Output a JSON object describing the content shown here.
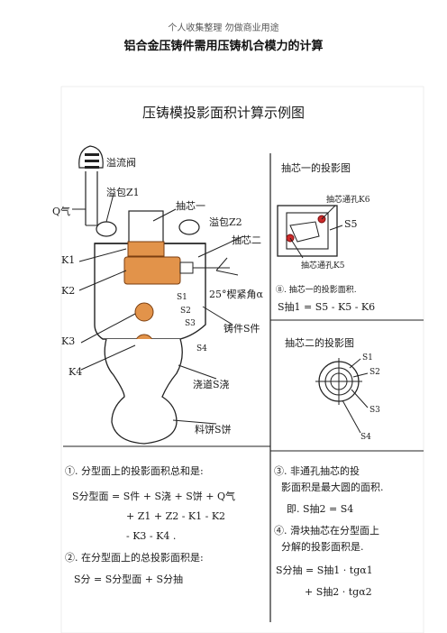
{
  "header_note": "个人收集整理 勿做商业用途",
  "doc_title": "铝合金压铸件需用压铸机合模力的计算",
  "sheet_title": "压铸模投影面积计算示例图",
  "diagram_labels": {
    "overflow_valve": "溢流阀",
    "q_gas": "Q气",
    "overflow_z1": "溢包Z1",
    "core_pull_1": "抽芯一",
    "overflow_z2": "溢包Z2",
    "core_pull_2": "抽芯二",
    "k1": "K1",
    "k2": "K2",
    "k3": "K3",
    "k4": "K4",
    "s1": "S1",
    "s2": "S2",
    "s3": "S3",
    "s4": "S4",
    "wedge_angle": "25°楔紧角α",
    "casting": "铸件S件",
    "runner": "浇道S浇",
    "biscuit": "料饼S饼"
  },
  "right_top": {
    "heading": "抽芯一的投影图",
    "k6": "抽芯通孔K6",
    "s5": "S5",
    "k5": "抽芯通孔K5",
    "item8": "⑧. 抽芯一的投影面积.",
    "formula": "S抽1 = S5 - K5 - K6"
  },
  "right_mid": {
    "heading": "抽芯二的投影图",
    "s1": "S1",
    "s2": "S2",
    "s3": "S3",
    "s4": "S4"
  },
  "bottom_left": {
    "item1": "①. 分型面上的投影面积总和是:",
    "f1a": "S分型面 = S件 + S浇 + S饼 + Q气",
    "f1b": "+ Z1 + Z2 - K1 - K2",
    "f1c": "- K3 - K4 .",
    "item2": "②. 在分型面上的总投影面积是:",
    "f2": "S分 = S分型面 + S分抽"
  },
  "bottom_right": {
    "item3a": "③. 非通孔抽芯的投",
    "item3b": "影面积是最大圆的面积.",
    "f3": "即. S抽2 = S4",
    "item4a": "④. 滑块抽芯在分型面上",
    "item4b": "分解的投影面积是.",
    "f4a": "S分抽 = S抽1 · tgα1",
    "f4b": "+ S抽2 · tgα2"
  },
  "colors": {
    "cavity_orange": "#e2934a",
    "core_red": "#cc2a2a"
  }
}
